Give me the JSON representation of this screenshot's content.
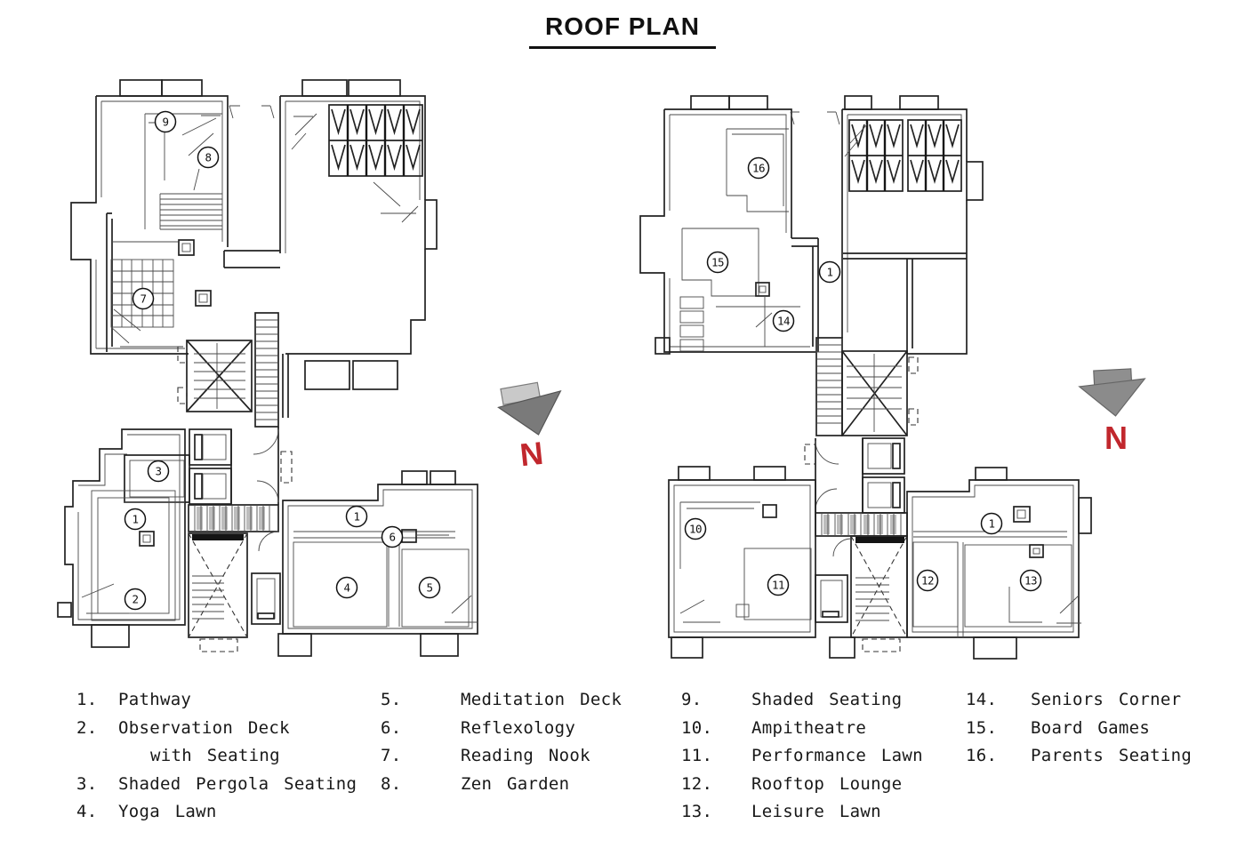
{
  "title": "ROOF PLAN",
  "north": {
    "n": "N",
    "color": "#c1272d"
  },
  "legend": {
    "columns": [
      {
        "items": [
          {
            "num": "1.",
            "text": "Pathway"
          },
          {
            "num": "2.",
            "text": "Observation Deck"
          },
          {
            "num": "",
            "text": "with Seating"
          },
          {
            "num": "3.",
            "text": "Shaded Pergola Seating"
          },
          {
            "num": "4.",
            "text": "Yoga Lawn"
          }
        ]
      },
      {
        "items": [
          {
            "num": "5.",
            "text": "Meditation Deck"
          },
          {
            "num": "6.",
            "text": "Reflexology"
          },
          {
            "num": "7.",
            "text": "Reading Nook"
          },
          {
            "num": "8.",
            "text": "Zen Garden"
          }
        ]
      },
      {
        "items": [
          {
            "num": "9.",
            "text": "Shaded Seating"
          },
          {
            "num": "10.",
            "text": "Ampitheatre"
          },
          {
            "num": "11.",
            "text": "Performance Lawn"
          },
          {
            "num": "12.",
            "text": "Rooftop Lounge"
          },
          {
            "num": "13.",
            "text": "Leisure Lawn"
          }
        ]
      },
      {
        "items": [
          {
            "num": "14.",
            "text": "Seniors Corner"
          },
          {
            "num": "15.",
            "text": "Board Games"
          },
          {
            "num": "16.",
            "text": "Parents Seating"
          }
        ]
      }
    ]
  },
  "plans": {
    "left": {
      "markers": [
        "9",
        "8",
        "7",
        "3",
        "1",
        "2",
        "1",
        "6",
        "4",
        "5"
      ]
    },
    "right": {
      "markers": [
        "16",
        "15",
        "1",
        "14",
        "10",
        "11",
        "12",
        "1",
        "13"
      ]
    }
  }
}
